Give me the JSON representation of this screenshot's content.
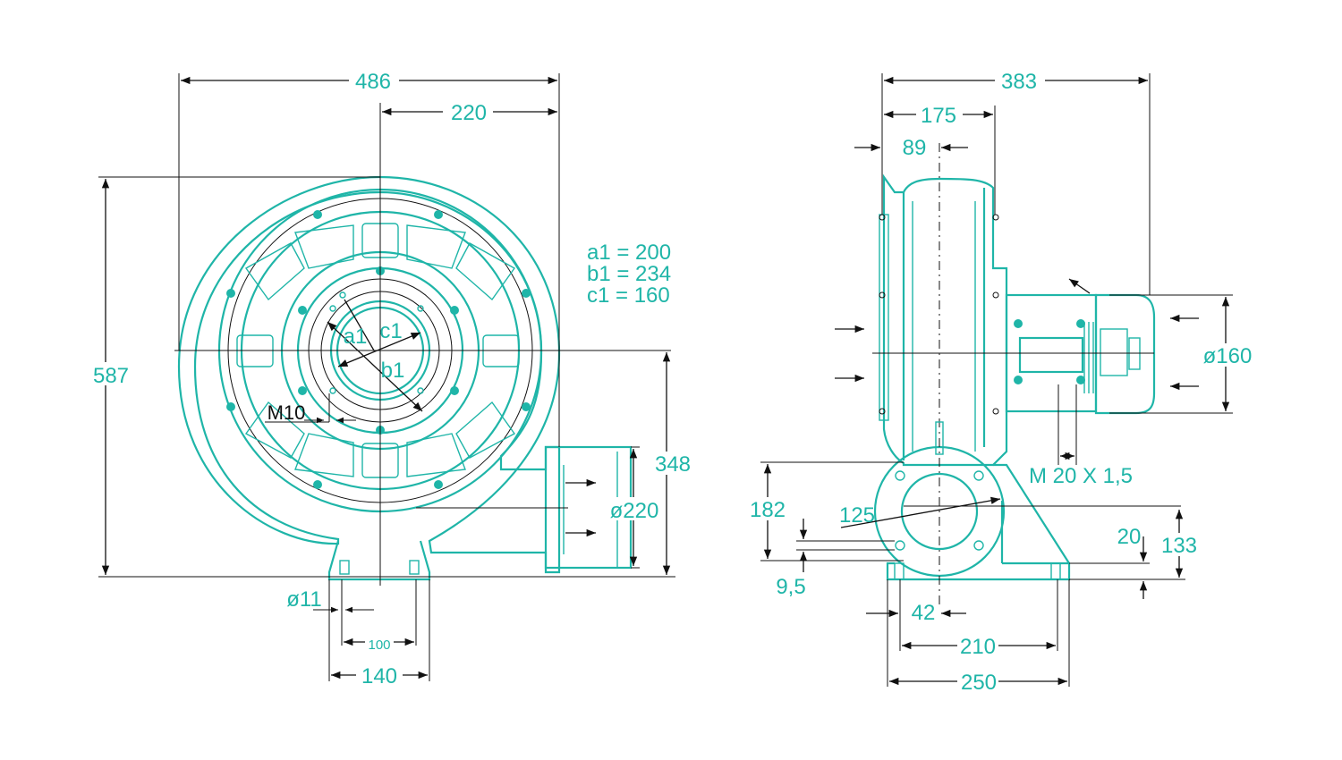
{
  "front_view": {
    "dims": {
      "width_total": "486",
      "width_half": "220",
      "height_total": "587",
      "outlet_height": "348",
      "outlet_dia": "ø220",
      "hole_dia": "ø11",
      "foot_inner": "100",
      "foot_outer": "140",
      "thread": "M10",
      "label_a1": "a1",
      "label_b1": "b1",
      "label_c1": "c1"
    },
    "notes": [
      "a1 = 200",
      "b1 = 234",
      "c1 = 160"
    ]
  },
  "side_view": {
    "dims": {
      "width_total": "383",
      "width_inlet": "175",
      "offset": "89",
      "motor_dia": "ø160",
      "motor_thread": "M 20 X 1,5",
      "flange_height": "182",
      "flange_radius": "125",
      "base_offset": "20",
      "base_height": "133",
      "base_thickness": "9,5",
      "hole_offset": "42",
      "base_inner": "210",
      "base_outer": "250"
    }
  },
  "colors": {
    "outline": "#1fb5a8",
    "dimension_line": "#111111"
  }
}
